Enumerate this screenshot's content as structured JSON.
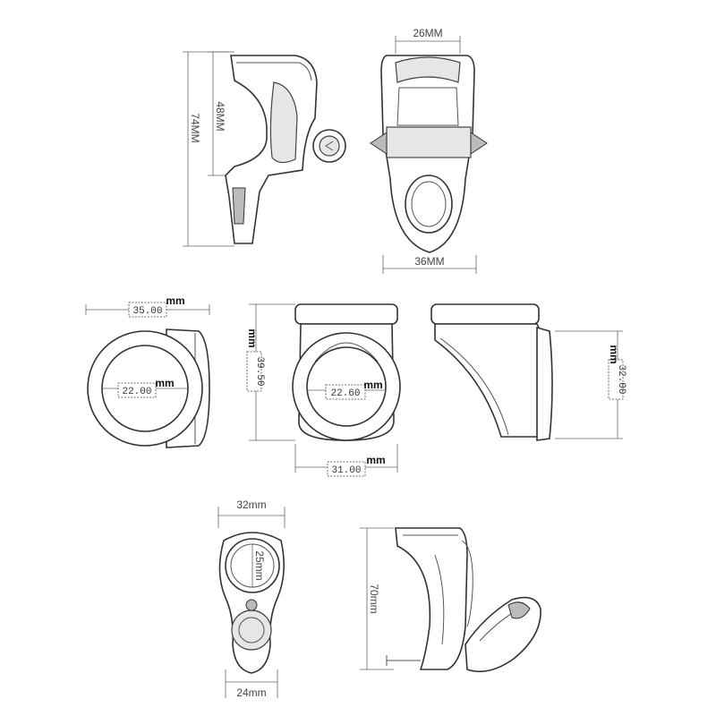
{
  "views": {
    "top_side": {
      "height_total": "74MM",
      "height_inner": "48MM"
    },
    "top_front": {
      "top_width": "26MM",
      "bottom_width": "36MM"
    },
    "mid_left": {
      "width": "35.00",
      "width_unit": "mm",
      "inner": "22.00",
      "inner_unit": "mm"
    },
    "mid_center": {
      "height": "39.50",
      "height_unit": "mm",
      "inner": "22.60",
      "inner_unit": "mm",
      "width": "31.00",
      "width_unit": "mm"
    },
    "mid_right": {
      "height": "32.00",
      "height_unit": "mm"
    },
    "bottom_front": {
      "top_width": "32mm",
      "ring": "25mm",
      "bottom_width": "24mm"
    },
    "bottom_side": {
      "height": "70mm"
    }
  }
}
